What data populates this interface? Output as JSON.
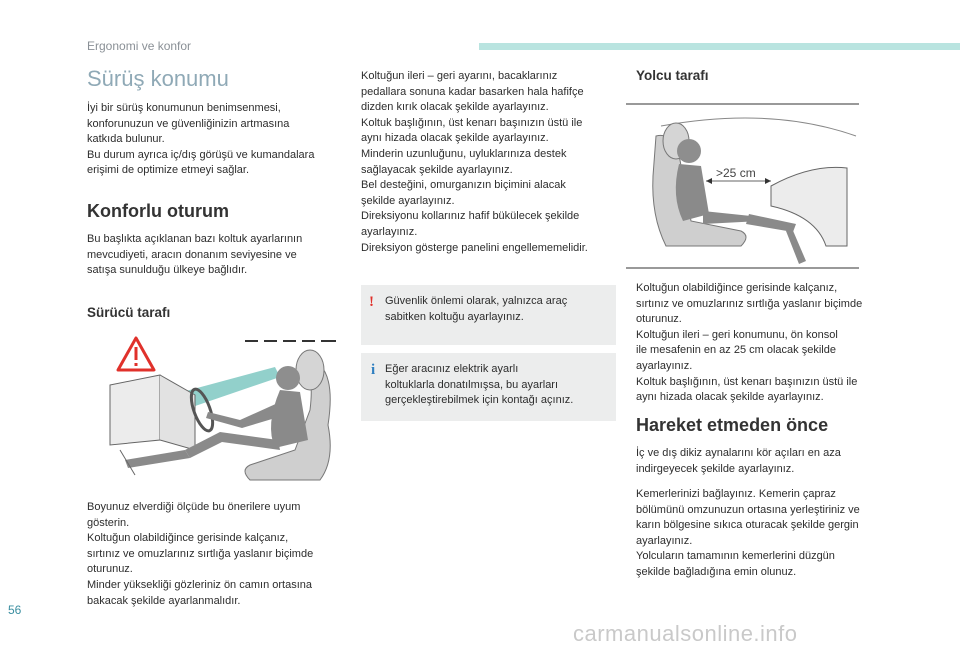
{
  "header": {
    "section": "Ergonomi ve konfor"
  },
  "col1": {
    "title": "Sürüş konumu",
    "intro": "İyi bir sürüş konumunun benimsenmesi,\nkonforunuzun ve güvenliğinizin artmasına\nkatkıda bulunur.\nBu durum ayrıca iç/dış görüşü ve kumandalara\nerişimi de optimize etmeyi sağlar.",
    "heading_comfort": "Konforlu oturum",
    "comfort_text": "Bu başlıkta açıklanan bazı koltuk ayarlarının\nmevcudiyeti, aracın donanım seviyesine ve\nsatışa sunulduğu ülkeye bağlıdır.",
    "heading_driver": "Sürücü tarafı",
    "driver_text": "Boyunuz elverdiği ölçüde bu önerilere uyum\ngösterin.\nKoltuğun olabildiğince gerisinde kalçanız,\nsırtınız ve omuzlarınız sırtlığa yaslanır biçimde\noturunuz.\nMinder yüksekliği gözleriniz ön camın ortasına\nbakacak şekilde ayarlanmalıdır."
  },
  "col2": {
    "text": "Koltuğun ileri – geri ayarını, bacaklarınız\npedallara sonuna kadar basarken hala hafifçe\ndizden kırık olacak şekilde ayarlayınız.\nKoltuk başlığının, üst kenarı başınızın üstü ile\naynı hizada olacak şekilde ayarlayınız.\nMinderin uzunluğunu, uyluklarınıza destek\nsağlayacak şekilde ayarlayınız.\nBel desteğini, omurganızın biçimini alacak\nşekilde ayarlayınız.\nDireksiyonu kollarınız hafif bükülecek şekilde\nayarlayınız.\nDireksiyon gösterge panelini engellememelidir.",
    "warning_mark": "!",
    "warning_text": "Güvenlik önlemi olarak, yalnızca araç\nsabitken koltuğu ayarlayınız.",
    "info_mark": "i",
    "info_text": "Eğer aracınız elektrik ayarlı\nkoltuklarla donatılmışsa, bu ayarları\ngerçekleştirebilmek için kontağı açınız."
  },
  "col3": {
    "heading_passenger": "Yolcu tarafı",
    "distance_label": ">25 cm",
    "passenger_text": "Koltuğun olabildiğince gerisinde kalçanız,\nsırtınız ve omuzlarınız sırtlığa yaslanır biçimde\noturunuz.\nKoltuğun ileri – geri konumunu, ön konsol\nile mesafenin en az 25 cm olacak şekilde\nayarlayınız.\nKoltuk başlığının, üst kenarı başınızın üstü ile\naynı hizada olacak şekilde ayarlayınız.",
    "heading_moving": "Hareket etmeden önce",
    "moving_text1": "İç ve dış dikiz aynalarını kör açıları en aza\nindirgeyecek şekilde ayarlayınız.",
    "moving_text2": "Kemerlerinizi bağlayınız. Kemerin çapraz\nbölümünü omzunuzun ortasına yerleştiriniz ve\nkarın bölgesine sıkıca oturacak şekilde gergin\nayarlayınız.\nYolcuların tamamının kemerlerini düzgün\nşekilde bağladığına emin olunuz."
  },
  "footer": {
    "page_number": "56",
    "watermark": "carmanualsonline.info"
  },
  "colors": {
    "accent_teal": "#3a8ea0",
    "bar": "#b9e4e0",
    "warning_red": "#e0312b",
    "info_blue": "#2f7fc0",
    "title_gray": "#8fa9b6"
  }
}
